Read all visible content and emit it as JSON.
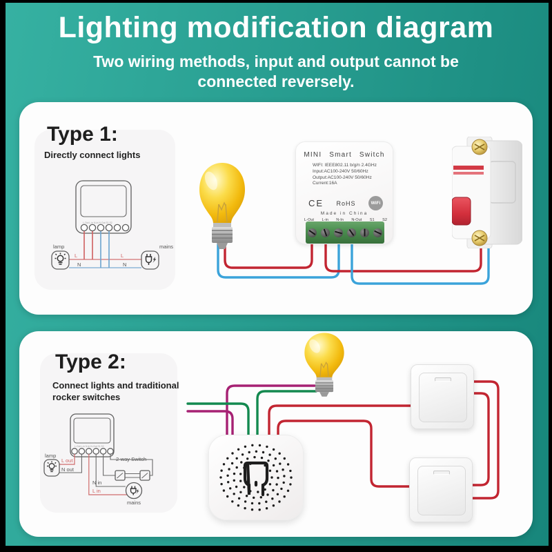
{
  "header": {
    "title": "Lighting modification diagram",
    "subtitle_line1": "Two wiring methods, input and output cannot be",
    "subtitle_line2": "connected reversely."
  },
  "type1": {
    "heading": "Type 1:",
    "description": "Directly connect lights",
    "lamp_label": "lamp",
    "mains_label": "mains",
    "live_label": "L",
    "neutral_label": "N"
  },
  "type2": {
    "heading": "Type 2:",
    "description_line1": "Connect lights and traditional",
    "description_line2": "rocker switches",
    "lamp_label": "lamp",
    "mains_label": "mains",
    "two_way_switch_label": "2-way Switch",
    "l_out_label": "L out",
    "n_out_label": "N out",
    "n_in_label": "N in",
    "l_in_label": "L in"
  },
  "smart_switch_device": {
    "title": "MINI Smart Switch",
    "specs": [
      "WIFI: IEEE802.11 b/g/n 2.4GHz",
      "Input:AC100-240V 50/60Hz",
      "Output:AC100-240V 50/60Hz",
      "Current:16A"
    ],
    "ce_mark": "CE",
    "rohs_label": "RoHS",
    "wifi_badge": "WiFi",
    "made_in": "Made in China",
    "terminals": [
      "L-Out",
      "L-in",
      "N-In",
      "N-Out",
      "S1",
      "S2"
    ],
    "terminals_row": "L-Out L-in N-In N-Out S1 S2"
  },
  "colors": {
    "teal_light": "#36b1a2",
    "teal_dark": "#17867b",
    "wire_red": "#c22531",
    "wire_blue": "#3ba3da",
    "wire_magenta": "#a62173",
    "wire_green": "#13894f",
    "terminal_block_green": "#4c8f50",
    "lamp_yellow": "#f5c513"
  }
}
